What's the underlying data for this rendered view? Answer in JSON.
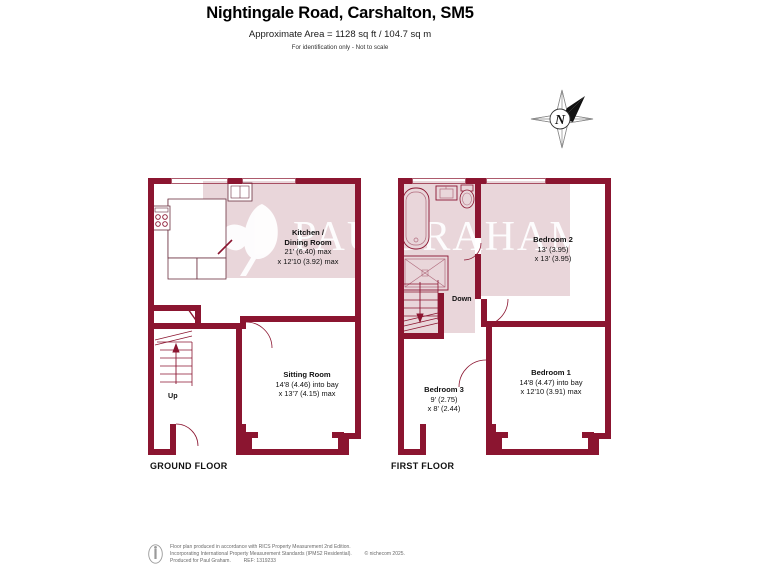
{
  "header": {
    "title": "Nightingale Road, Carshalton, SM5",
    "area": "Approximate Area = 1128 sq ft / 104.7 sq m",
    "disclaimer": "For identification only - Not to scale"
  },
  "compass": {
    "icon": "compass-rose-icon",
    "north_letter": "N"
  },
  "watermark": {
    "text": "PAUL GRAHAM",
    "logo": "leaf-logo-icon"
  },
  "floors": [
    {
      "id": "ground",
      "label": "GROUND FLOOR",
      "rooms": [
        {
          "name": "Kitchen /\nDining Room",
          "name_line1": "Kitchen /",
          "name_line2": "Dining Room",
          "dim1": "21' (6.40) max",
          "dim2": "x 12'10 (3.92) max"
        },
        {
          "name": "Sitting Room",
          "name_line1": "Sitting Room",
          "name_line2": "",
          "dim1": "14'8 (4.46) into bay",
          "dim2": "x 13'7 (4.15) max"
        }
      ],
      "stair_label": "Up",
      "fixtures": [
        "hob-icon",
        "sink-icon",
        "counter-icon",
        "stairs-icon",
        "bay-window-icon"
      ]
    },
    {
      "id": "first",
      "label": "FIRST FLOOR",
      "rooms": [
        {
          "name": "Bedroom 2",
          "name_line1": "Bedroom 2",
          "name_line2": "",
          "dim1": "13' (3.95)",
          "dim2": "x 13' (3.95)"
        },
        {
          "name": "Bedroom 1",
          "name_line1": "Bedroom 1",
          "name_line2": "",
          "dim1": "14'8 (4.47) into bay",
          "dim2": "x 12'10 (3.91) max"
        },
        {
          "name": "Bedroom 3",
          "name_line1": "Bedroom 3",
          "name_line2": "",
          "dim1": "9' (2.75)",
          "dim2": "x 8' (2.44)"
        }
      ],
      "stair_label": "Down",
      "fixtures": [
        "bath-icon",
        "basin-icon",
        "toilet-icon",
        "shower-tray-icon",
        "stairs-icon",
        "bay-window-icon"
      ]
    }
  ],
  "footer": {
    "badge": "rics-badge-icon",
    "line1": "Floor plan produced in accordance with RICS Property Measurement 2nd Edition.",
    "line2": "Incorporating International Property Measurement Standards (IPMS2 Residential).",
    "copyright": "© nichecom 2025.",
    "line3": "Produced for Paul Graham.",
    "ref": "REF: 1319233"
  },
  "colors": {
    "wall": "#8b1530",
    "room_fill": "#e9d6da",
    "fixture_line": "#8b1530",
    "text": "#111111",
    "footer_text": "#6a6a6a"
  }
}
